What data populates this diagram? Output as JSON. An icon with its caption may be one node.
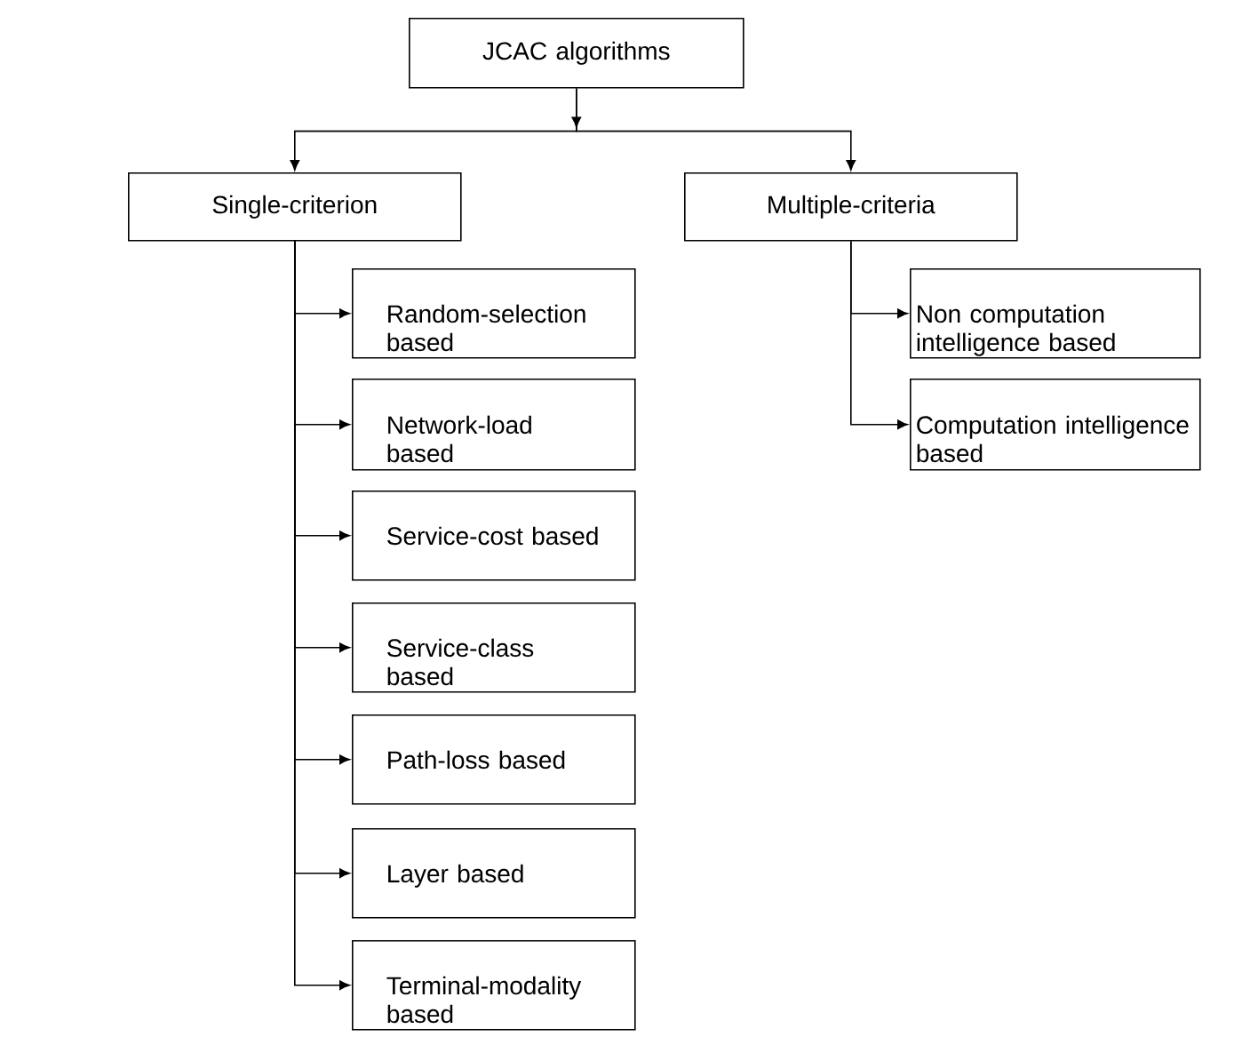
{
  "diagram": {
    "nodes": [
      {
        "text": [
          "JCAC algorithms"
        ]
      },
      {
        "text": [
          "Single-criterion"
        ]
      },
      {
        "text": [
          "Multiple-criteria"
        ]
      },
      {
        "text": [
          "Random-selection based"
        ]
      },
      {
        "text": [
          "Network-load based"
        ]
      },
      {
        "text": [
          "Service-cost based"
        ]
      },
      {
        "text": [
          "Service-class based"
        ]
      },
      {
        "text": [
          "Path-loss based"
        ]
      },
      {
        "text": [
          "Layer based"
        ]
      },
      {
        "text": [
          "Terminal-modality based"
        ]
      },
      {
        "text": [
          "Non computation intelligence based"
        ]
      },
      {
        "text": [
          "Computation intelligence based"
        ]
      }
    ],
    "edges": [
      {
        "from": 0,
        "to": 1,
        "arrow": "to"
      },
      {
        "from": 0,
        "to": 2,
        "arrow": "to"
      },
      {
        "from": 1,
        "to": 3,
        "arrow": "to"
      },
      {
        "from": 1,
        "to": 4,
        "arrow": "to"
      },
      {
        "from": 1,
        "to": 5,
        "arrow": "to"
      },
      {
        "from": 1,
        "to": 6,
        "arrow": "to"
      },
      {
        "from": 1,
        "to": 7,
        "arrow": "to"
      },
      {
        "from": 1,
        "to": 8,
        "arrow": "to"
      },
      {
        "from": 1,
        "to": 9,
        "arrow": "to"
      },
      {
        "from": 2,
        "to": 10,
        "arrow": "to"
      },
      {
        "from": 2,
        "to": 11,
        "arrow": "to"
      }
    ]
  }
}
